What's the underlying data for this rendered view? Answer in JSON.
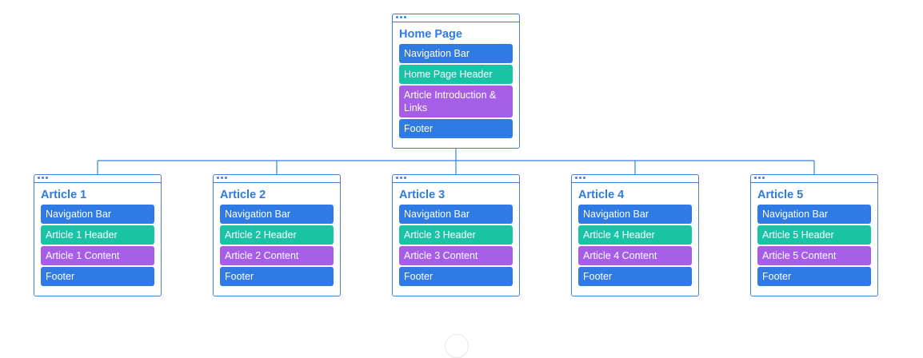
{
  "home": {
    "title": "Home Page",
    "sections": [
      "Navigation Bar",
      "Home Page Header",
      "Article Introduction & Links",
      "Footer"
    ]
  },
  "articles": [
    {
      "title": "Article 1",
      "sections": [
        "Navigation Bar",
        "Article 1 Header",
        "Article 1 Content",
        "Footer"
      ]
    },
    {
      "title": "Article 2",
      "sections": [
        "Navigation Bar",
        "Article 2 Header",
        "Article 2 Content",
        "Footer"
      ]
    },
    {
      "title": "Article 3",
      "sections": [
        "Navigation Bar",
        "Article 3 Header",
        "Article 3 Content",
        "Footer"
      ]
    },
    {
      "title": "Article 4",
      "sections": [
        "Navigation Bar",
        "Article 4 Header",
        "Article 4 Content",
        "Footer"
      ]
    },
    {
      "title": "Article 5",
      "sections": [
        "Navigation Bar",
        "Article 5 Header",
        "Article 5 Content",
        "Footer"
      ]
    }
  ],
  "colors": {
    "border": "#3b7fe0",
    "navigation": "#2f7be3",
    "header": "#18c4a5",
    "content": "#a65de8",
    "footer": "#2f7be3"
  }
}
